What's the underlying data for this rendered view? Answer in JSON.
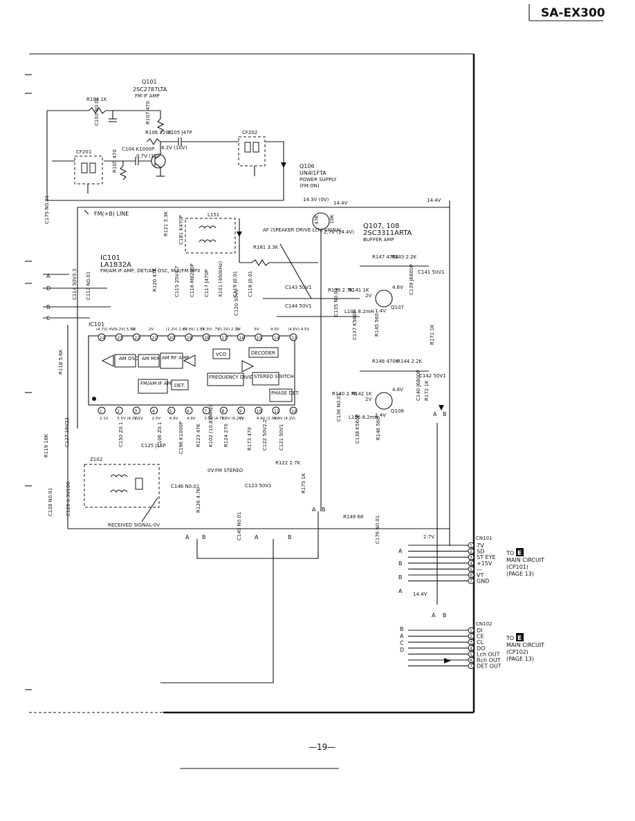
{
  "header": {
    "model": "SA-EX300"
  },
  "page_number": "—19—",
  "transistors": {
    "q101": {
      "ref": "Q101",
      "part": "2SC2787LTA",
      "role": "FM IF AMP"
    },
    "q106": {
      "ref": "Q106",
      "part": "UN4I1FTA",
      "role": "POWER SUPPLY",
      "note": "(FM:ON)"
    },
    "q107_108": {
      "ref": "Q107, 108",
      "part": "2SC3311ARTA",
      "role": "BUFFER AMP"
    },
    "q107": "Q107",
    "q108": "Q108"
  },
  "ic": {
    "ref": "IC101",
    "part": "LA1832A",
    "desc": "FM/AM IF AMP, DET/AM OSC, MIX/FM MPX",
    "body_ref": "IC101",
    "blocks": {
      "am_osc": "AM OSC",
      "am_mix": "AM MIX",
      "am_rf": "AM RF AMP",
      "fm_am_if": "FM/AM IF AMP",
      "det": "DET.",
      "vco": "VCO",
      "decoder": "DECODER",
      "freq_div": "FREQUENCY DIVIDER",
      "stereo_sw": "STEREO SWITCH",
      "phase_det": "PHASE DET."
    },
    "top_pins": [
      "24",
      "23",
      "22",
      "21",
      "20",
      "19",
      "18",
      "17",
      "16",
      "15",
      "14",
      "13"
    ],
    "bottom_pins": [
      "1",
      "2",
      "3",
      "4",
      "5",
      "6",
      "7",
      "8",
      "9",
      "10",
      "11",
      "12"
    ],
    "top_voltages": [
      "(4.7V) 4V",
      "(6.2V) 5.5V",
      "2V",
      "2V",
      "(1.2V) 1.8V",
      "(1.9V) 1.5V",
      "(1.3V) .7V",
      "(1.2V) 2.7V",
      "2V",
      ".5V",
      "4.5V",
      "(4.6V) 4.5V"
    ],
    "bottom_voltages": [
      "2.1V",
      "5.5V (6.2V)",
      "2.1V",
      "2.5V",
      "4.9V",
      "4.9V",
      "3.5V (4.7V)",
      "3.5V (6.2V)",
      "0V",
      "4.4V (2.3V)",
      "4.4V (4.2V)",
      ""
    ]
  },
  "components": {
    "r104": "R104 1K",
    "c103": "C103 N0.01",
    "r107": "R107 470",
    "r106": "R106 220K",
    "c105": "C105 J47P",
    "c104": "C104 K1000P",
    "r105": "R105 470",
    "cf201": "CF201",
    "cf202": "CF202",
    "v_q101_c": "8.2V (10V)",
    "v_q101_b": "0.7V (1V)",
    "c175": "C175 N0.01",
    "l151": "L151",
    "r121": "R121 3.3K",
    "c181": "C181 K470P",
    "r181": "R181 3.3K",
    "af_signal": "AF (SPEAKER DRIVE Lch) SIGNAL",
    "r120": "R120 47K",
    "c115": "C115 25V4.7",
    "c116": "C116 M8200P",
    "c117": "C117 J470P",
    "x101": "X101 (450kHz)",
    "c119": "C119 J0.01",
    "c118": "C118 J0.01",
    "c120": "C120 50V1",
    "c143": "C143 50V1",
    "c144": "C144 50V1",
    "c114": "C114 50V3.3",
    "c113": "C113 N0.01",
    "r118": "R118 5.6K",
    "r119": "R119 18K",
    "c127": "C127 16V22",
    "c128": "C128 N0.01",
    "c129": "C129 6.3V100",
    "c150": "C150 Z0.1",
    "c125": "C125 J15P",
    "c106": "C106 Z0.1",
    "c196": "C196 K1000P",
    "r123": "R123 47K",
    "k102": "K102 (10.83MHz)",
    "r124": "R124 270",
    "r173": "R173 470",
    "c122": "C122 50V2.2",
    "c121": "C121 50V1",
    "r122": "R122 2.7K",
    "c123": "C123 50V1",
    "z102": "Z102",
    "c146": "C146 N0.01",
    "r126": "R126 4.7K",
    "c149": "C149 N0.01",
    "r175": "R175 1K",
    "r149": "R149 68",
    "c176": "C176 N0.01",
    "r147": "R147 470K",
    "r143": "R143 2.2K",
    "c141": "C141 50V1",
    "r139": "R139 2.7K",
    "r141": "R141 1K",
    "c139": "C139 J6800P",
    "c135": "C135 N0.01",
    "l105": "L105 8.2mH",
    "c137": "C137 K560P",
    "r145": "R145 560",
    "r171": "R171 1K",
    "r148": "R148 470K",
    "r144": "R144 2.2K",
    "c142": "C142 50V1",
    "r140": "R140 2.7K",
    "r142": "R142 1K",
    "c140": "C140 J6800P",
    "r172": "R172 1K",
    "c136": "C136 N0.01",
    "l106": "L106 8.2mH",
    "c138": "C138 K560P",
    "r146": "R146 560",
    "v_q107_c": "4.6V",
    "v_q107_b": "2V",
    "v_q107_e": "1.4V",
    "v_q108_c": "4.6V",
    "v_q108_b": "2V",
    "v_q108_e": "1.4V",
    "q106_v_in": "14.3V (0V)",
    "q106_v_out": "14.4V",
    "q106_v_rail": "14.4V",
    "q106_v_base": "2.7V (14.4V)",
    "q106_r1": "47K",
    "q106_r2": "10K",
    "k102_note": "0V:FM STEREO",
    "received_signal": "RECEIVED SIGNAL-0V",
    "fm_line": "FM(+B) LINE",
    "v_2_7": "2.7V",
    "v_14_4": "14.4V"
  },
  "connectors": {
    "cn101": {
      "ref": "CN101",
      "pins": [
        {
          "n": "1",
          "name": "7V"
        },
        {
          "n": "2",
          "name": "SD"
        },
        {
          "n": "3",
          "name": "ST EYE"
        },
        {
          "n": "4",
          "name": "+15V"
        },
        {
          "n": "5",
          "name": "—"
        },
        {
          "n": "6",
          "name": "VT"
        },
        {
          "n": "7",
          "name": "GND"
        }
      ],
      "dest_to": "TO",
      "dest_letter": "E",
      "dest_name": "MAIN CIRCUIT",
      "dest_ref": "(CP101)",
      "dest_page": "(PAGE 13)"
    },
    "cn102": {
      "ref": "CN102",
      "pins": [
        {
          "n": "1",
          "name": "DI"
        },
        {
          "n": "2",
          "name": "CE"
        },
        {
          "n": "3",
          "name": "CL"
        },
        {
          "n": "4",
          "name": "DO"
        },
        {
          "n": "5",
          "name": "Lch OUT"
        },
        {
          "n": "6",
          "name": "Rch OUT"
        },
        {
          "n": "7",
          "name": "DET OUT"
        }
      ],
      "dest_to": "TO",
      "dest_letter": "E",
      "dest_name": "MAIN CIRCUIT",
      "dest_ref": "(CP102)",
      "dest_page": "(PAGE 13)"
    }
  },
  "bus_labels": {
    "a": "A",
    "b": "B",
    "c": "C",
    "d": "D"
  }
}
